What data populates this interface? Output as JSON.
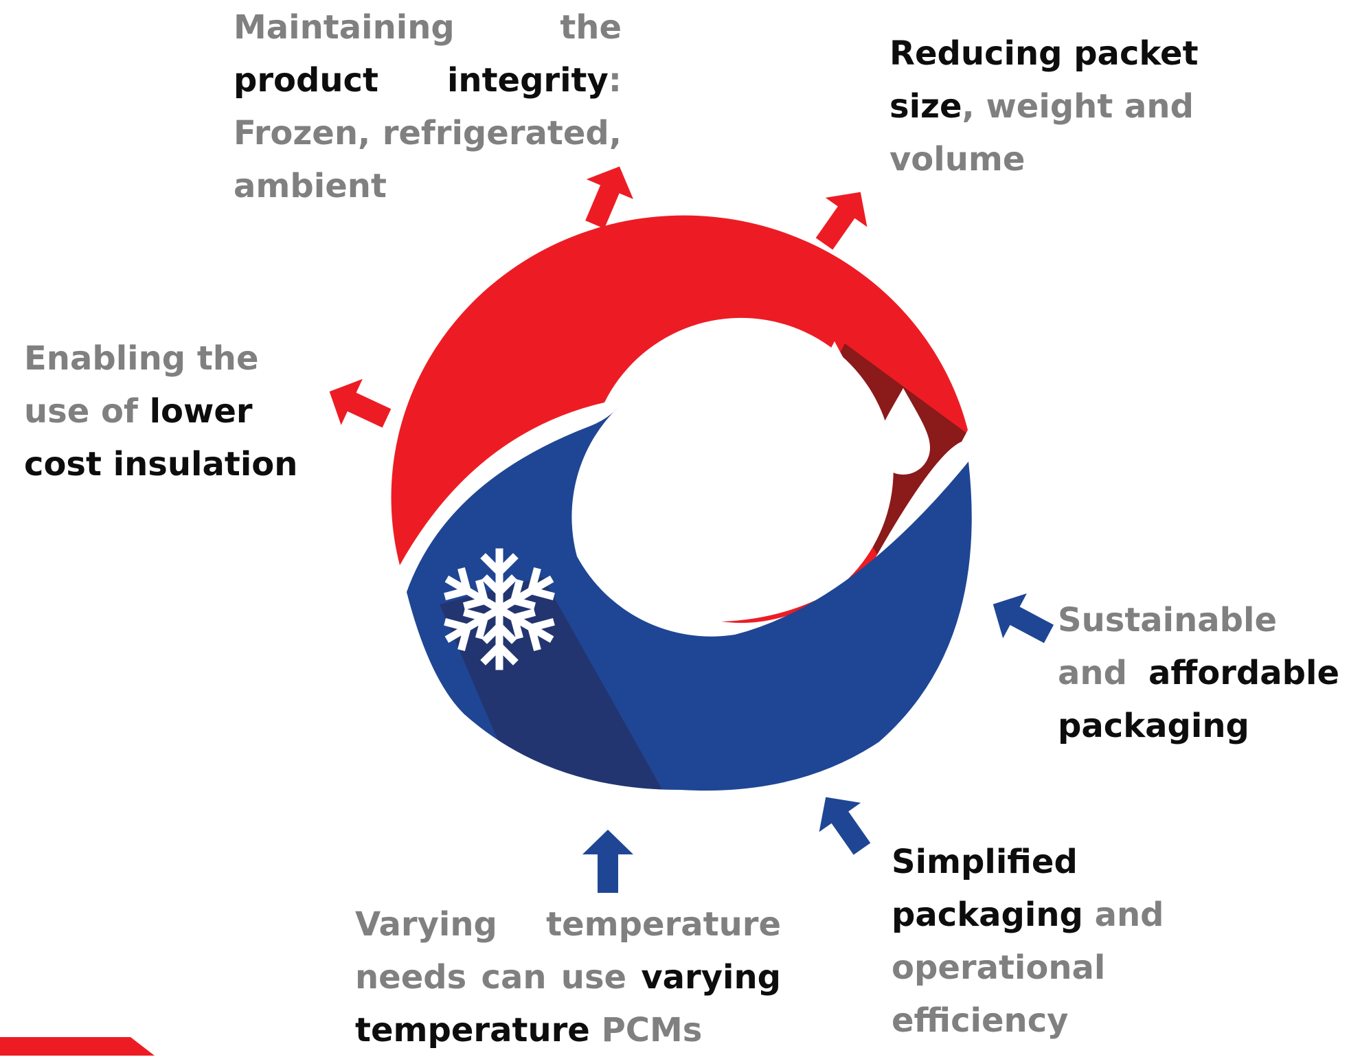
{
  "callouts": {
    "product_integrity": {
      "line1_grey": "Maintaining the",
      "dark": "product integrity",
      "colon": ":",
      "rest_grey": "Frozen, refrigerated, ambient"
    },
    "packet_size": {
      "dark": "Reducing packet size",
      "rest_grey": ", weight and volume"
    },
    "insulation": {
      "grey": "Enabling the use of",
      "dark": "lower cost insulation"
    },
    "sustainable": {
      "grey": "Sustainable and",
      "dark": "affordable packaging"
    },
    "simplified": {
      "dark": "Simplified packaging",
      "rest_grey": "and operational efficiency"
    },
    "varying": {
      "grey": "Varying temperature needs can use",
      "dark": "varying temperature",
      "rest_grey": "PCMs"
    }
  },
  "colors": {
    "hot_red": "#ed1c24",
    "hot_shadow": "#8b1a1a",
    "cold_blue": "#1f4694",
    "cold_shadow": "#233570",
    "text_grey": "#808080",
    "text_dark": "#0d0d0d"
  },
  "icons": [
    "water-drops-icon",
    "snowflake-icon"
  ]
}
